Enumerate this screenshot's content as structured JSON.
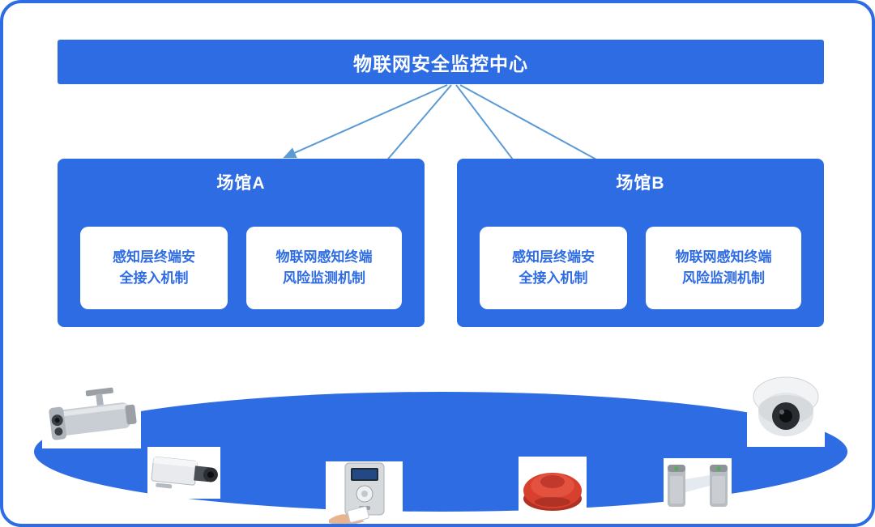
{
  "header": {
    "title": "物联网安全监控中心"
  },
  "venues": [
    {
      "label": "场馆A",
      "cards": [
        {
          "line1": "感知层终端安",
          "line2": "全接入机制"
        },
        {
          "line1": "物联网感知终端",
          "line2": "风险监测机制"
        }
      ]
    },
    {
      "label": "场馆B",
      "cards": [
        {
          "line1": "感知层终端安",
          "line2": "全接入机制"
        },
        {
          "line1": "物联网感知终端",
          "line2": "风险监测机制"
        }
      ]
    }
  ],
  "devices": [
    {
      "name": "bullet-camera"
    },
    {
      "name": "box-camera"
    },
    {
      "name": "access-control-reader"
    },
    {
      "name": "smoke-detector"
    },
    {
      "name": "turnstile-gate"
    },
    {
      "name": "dome-camera"
    }
  ],
  "colors": {
    "primary_blue": "#2e6ce4",
    "arrow_blue": "#5b9bd5",
    "card_text_blue": "#2e6ce4",
    "background": "#ffffff"
  }
}
